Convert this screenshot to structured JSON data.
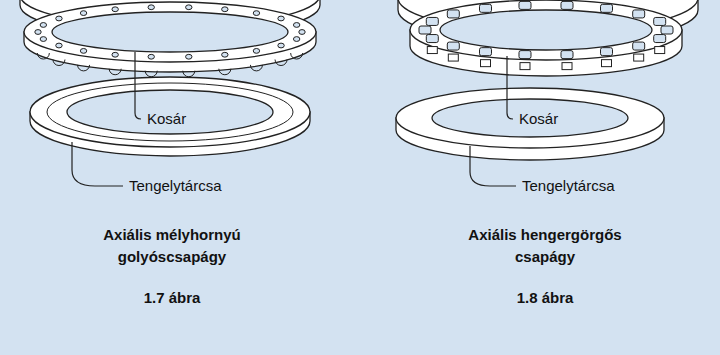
{
  "diagram": {
    "labels": [
      "Kosár",
      "Tengelytárcsa",
      "Axiális mélyhornyú golyóscsapágy",
      "1.7 ábra",
      "Kosár",
      "Tengelytárcsa",
      "Axiális hengergörgős csapágy",
      "1.8 ábra"
    ]
  }
}
